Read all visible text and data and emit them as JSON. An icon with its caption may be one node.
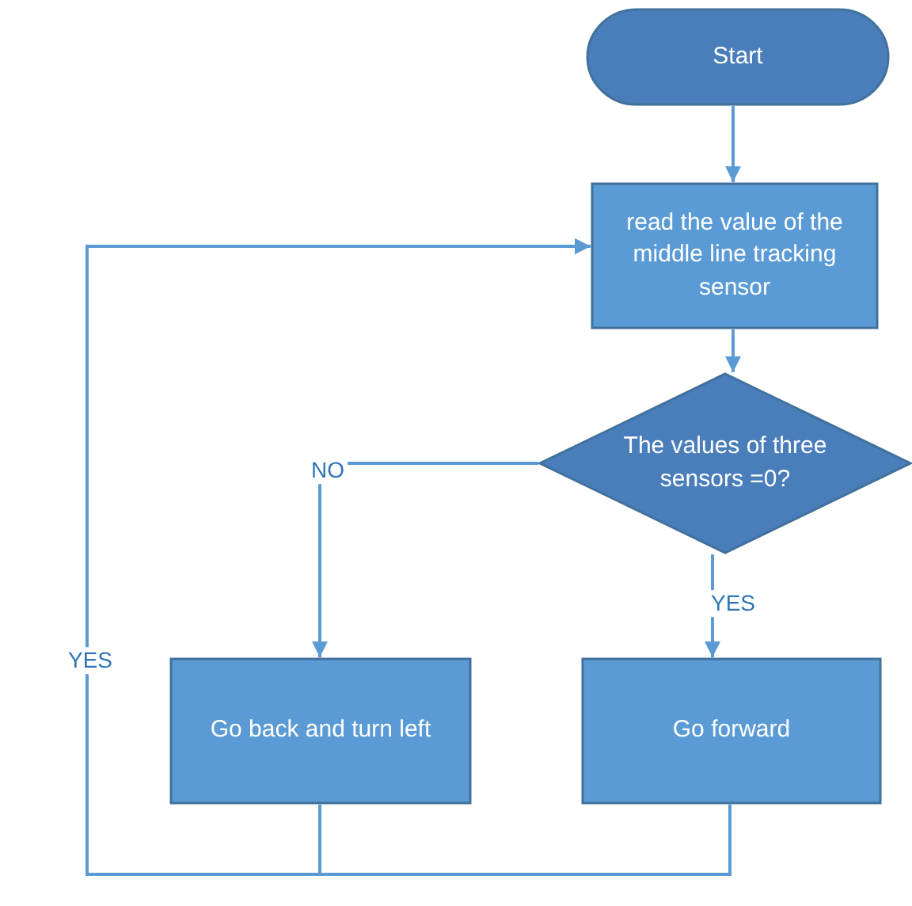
{
  "diagram": {
    "nodes": [
      {
        "text": [
          "Start"
        ]
      },
      {
        "text": [
          "read the value of the middle line tracking sensor"
        ]
      },
      {
        "text": [
          "The values of three sensors =0?"
        ]
      },
      {
        "text": [
          "Go back and turn left"
        ]
      },
      {
        "text": [
          "Go forward"
        ]
      }
    ],
    "edges": [
      {
        "from": 0,
        "to": 1,
        "arrow": "to"
      },
      {
        "from": 1,
        "to": 2,
        "arrow": "to"
      },
      {
        "from": 2,
        "to": 3,
        "arrow": "to",
        "label": "NO"
      },
      {
        "from": 2,
        "to": 4,
        "arrow": "to",
        "label": "YES"
      },
      {
        "from": 3,
        "to": 1,
        "arrow": "to"
      },
      {
        "from": 4,
        "to": 1,
        "arrow": "to",
        "label": "YES"
      }
    ]
  }
}
